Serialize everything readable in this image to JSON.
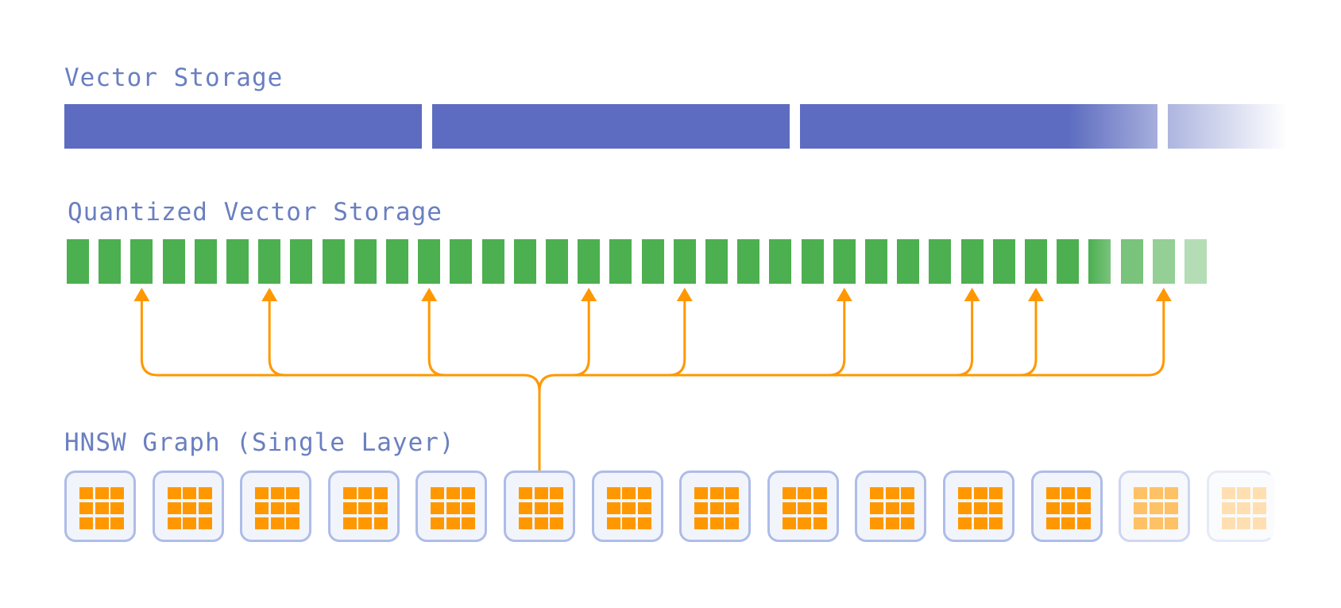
{
  "vector_storage": {
    "title": "Vector Storage",
    "segment_count": 4,
    "color": "#5d6cc0"
  },
  "quantized_vector_storage": {
    "title": "Quantized Vector Storage",
    "bar_count": 36,
    "color": "#4caf50"
  },
  "hnsw_graph": {
    "title": "HNSW Graph (Single Layer)",
    "node_count": 14,
    "source_node_index": 5,
    "node_border_color": "#aebce8",
    "node_fill_color": "#f1f5fb",
    "cell_color": "#ff9800",
    "cell_grid": [
      3,
      3
    ]
  },
  "connections": {
    "color": "#ff9800",
    "target_bar_indices": [
      2,
      6,
      11,
      16,
      19,
      24,
      28,
      30,
      34
    ]
  }
}
